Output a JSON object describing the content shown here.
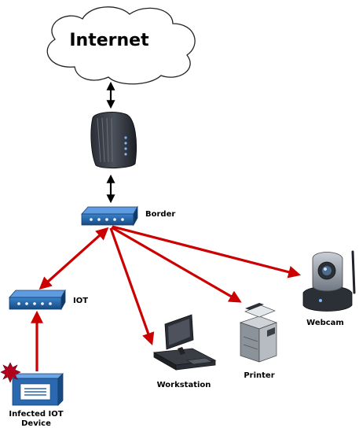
{
  "cloud": {
    "label": "Internet",
    "icon": "cloud-icon"
  },
  "devices": {
    "modem": {
      "icon": "modem-icon"
    },
    "border_switch": {
      "label": "Border",
      "icon": "switch-icon"
    },
    "iot_switch": {
      "label": "IOT",
      "icon": "switch-icon"
    },
    "infected_device": {
      "label_line1": "Infected IOT",
      "label_line2": "Device",
      "icon": "iot-device-icon",
      "badge_icon": "infection-burst-icon"
    },
    "workstation": {
      "label": "Workstation",
      "icon": "workstation-icon"
    },
    "printer": {
      "label": "Printer",
      "icon": "printer-icon"
    },
    "webcam": {
      "label": "Webcam",
      "icon": "webcam-icon"
    }
  },
  "links": [
    {
      "from": "cloud",
      "to": "modem",
      "style": "black-double-arrow"
    },
    {
      "from": "modem",
      "to": "border_switch",
      "style": "black-double-arrow"
    },
    {
      "from": "border_switch",
      "to": "iot_switch",
      "style": "red-double-arrow"
    },
    {
      "from": "infected_device",
      "to": "iot_switch",
      "style": "red-arrow"
    },
    {
      "from": "border_switch",
      "to": "workstation",
      "style": "red-arrow"
    },
    {
      "from": "border_switch",
      "to": "printer",
      "style": "red-arrow"
    },
    {
      "from": "border_switch",
      "to": "webcam",
      "style": "red-arrow"
    }
  ],
  "colors": {
    "attack_arrow": "#cc0000",
    "switch_blue": "#1f5f9e",
    "device_blue": "#2a68b0",
    "burst_red": "#b3001b"
  }
}
